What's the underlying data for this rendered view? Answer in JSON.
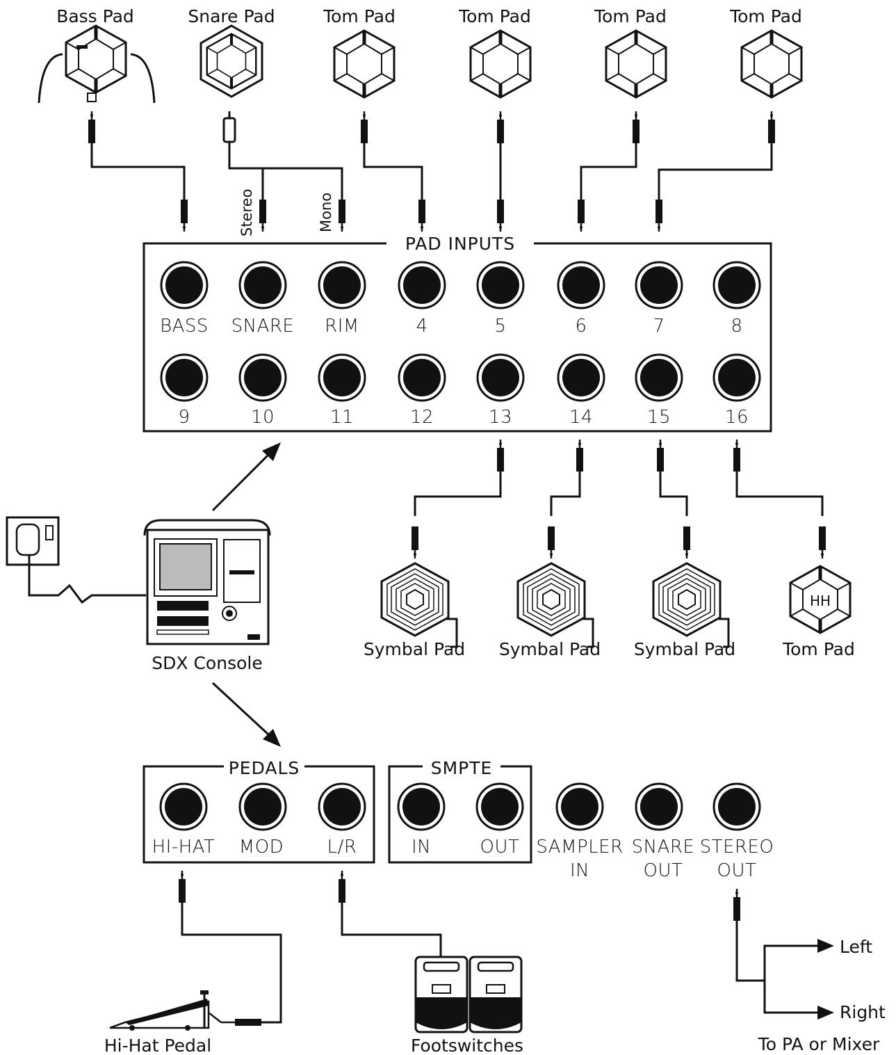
{
  "top_pads": [
    {
      "label": "Bass Pad"
    },
    {
      "label": "Snare Pad"
    },
    {
      "label": "Tom Pad"
    },
    {
      "label": "Tom Pad"
    },
    {
      "label": "Tom Pad"
    },
    {
      "label": "Tom Pad"
    }
  ],
  "snare_taps": {
    "stereo": "Stereo",
    "mono": "Mono"
  },
  "pad_inputs": {
    "title": "PAD INPUTS",
    "row1": [
      "BASS",
      "SNARE",
      "RIM",
      "4",
      "5",
      "6",
      "7",
      "8"
    ],
    "row2": [
      "9",
      "10",
      "11",
      "12",
      "13",
      "14",
      "15",
      "16"
    ]
  },
  "bottom_pads": [
    {
      "label": "Symbal Pad"
    },
    {
      "label": "Symbal Pad"
    },
    {
      "label": "Symbal Pad"
    },
    {
      "label": "Tom Pad",
      "badge": "HH"
    }
  ],
  "console": {
    "label": "SDX Console"
  },
  "pedals": {
    "title": "PEDALS",
    "jacks": [
      "HI-HAT",
      "MOD",
      "L/R"
    ]
  },
  "smpte": {
    "title": "SMPTE",
    "jacks": [
      "IN",
      "OUT"
    ]
  },
  "extra_jacks": [
    {
      "line1": "SAMPLER",
      "line2": "IN"
    },
    {
      "line1": "SNARE",
      "line2": "OUT"
    },
    {
      "line1": "STEREO",
      "line2": "OUT"
    }
  ],
  "devices": {
    "hihat_pedal": "Hi-Hat Pedal",
    "footswitches": "Footswitches"
  },
  "outputs": {
    "left": "Left",
    "right": "Right",
    "destination": "To PA or Mixer"
  }
}
